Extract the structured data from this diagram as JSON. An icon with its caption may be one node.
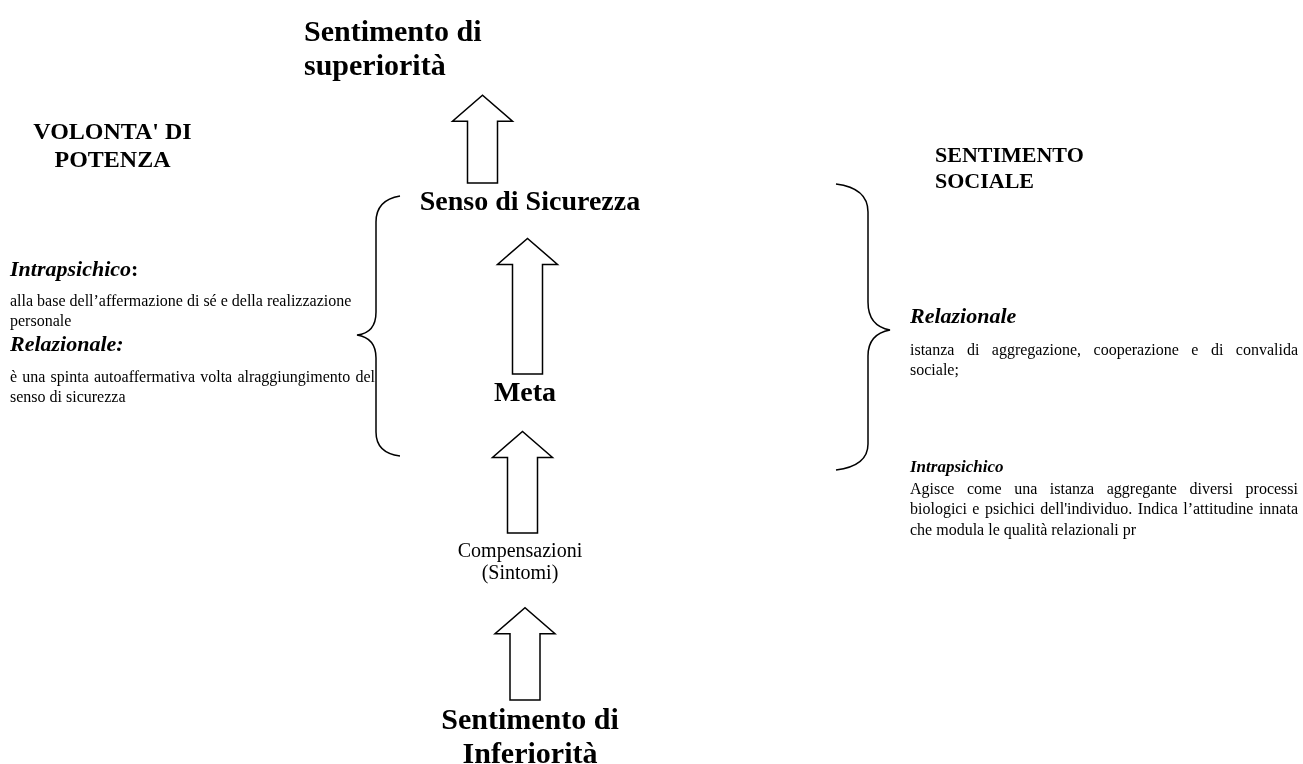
{
  "diagram": {
    "nodes": [
      {
        "text": [
          "Sentimento di superiorità"
        ]
      },
      {
        "text": [
          "Senso di Sicurezza"
        ]
      },
      {
        "text": [
          "Meta"
        ]
      },
      {
        "text": [
          "Compensazioni (Sintomi)"
        ]
      },
      {
        "text": [
          "Sentimento di Inferiorità"
        ]
      }
    ],
    "edges": [
      {
        "from": 4,
        "to": 3,
        "arrow": "to"
      },
      {
        "from": 3,
        "to": 2,
        "arrow": "to"
      },
      {
        "from": 2,
        "to": 1,
        "arrow": "to"
      },
      {
        "from": 1,
        "to": 0,
        "arrow": "to"
      }
    ],
    "labels": [
      "VOLONTA' DI POTENZA",
      "*Intrapsichico*:",
      "alla base dell’affermazione di sé e della realizzazione personale",
      "Relazionale:",
      "è una spinta autoaffermativa volta alraggiungimento del senso di sicurezza",
      "SENTIMENTO SOCIALE",
      "Relazionale",
      "istanza di aggregazione, cooperazione e di convalida sociale;",
      "Intrapsichico",
      "Agisce come una istanza aggregante diversi processi biologici e psichici dell'individuo. Indica l’attitudine innata che modula le qualità relazionali pr"
    ]
  }
}
